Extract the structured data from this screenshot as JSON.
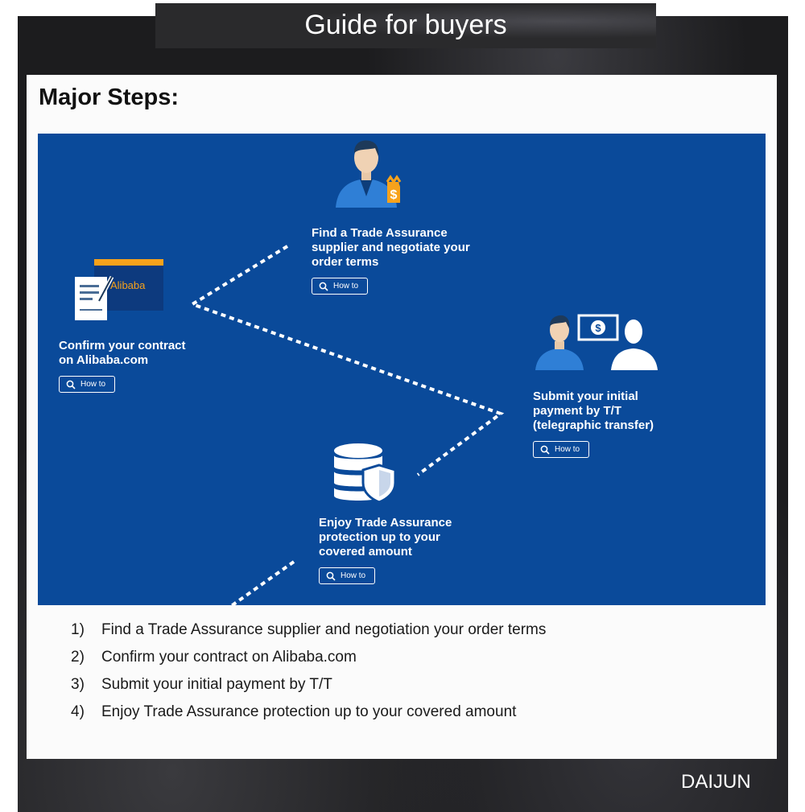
{
  "header": {
    "title": "Guide for buyers"
  },
  "section": {
    "heading": "Major Steps:"
  },
  "diagram": {
    "how_to_label": "How to",
    "steps": [
      {
        "text": "Find a Trade Assurance\nsupplier and negotiate your\norder terms"
      },
      {
        "text": "Confirm your contract\non Alibaba.com",
        "logo_text": "Alibaba"
      },
      {
        "text": "Submit your initial\npayment by T/T\n(telegraphic transfer)"
      },
      {
        "text": "Enjoy Trade Assurance\nprotection up to your\ncovered amount"
      }
    ]
  },
  "list": {
    "items": [
      {
        "num": "1)",
        "text": "Find a Trade Assurance supplier and negotiation your order terms"
      },
      {
        "num": "2)",
        "text": "Confirm your contract on Alibaba.com"
      },
      {
        "num": "3)",
        "text": "Submit your initial payment by T/T"
      },
      {
        "num": "4)",
        "text": "Enjoy Trade Assurance protection up to your covered amount"
      }
    ]
  },
  "footer": {
    "brand": "DAIJUN"
  },
  "colors": {
    "diagram_bg": "#0a4a9a",
    "accent_orange": "#f7a21b"
  }
}
